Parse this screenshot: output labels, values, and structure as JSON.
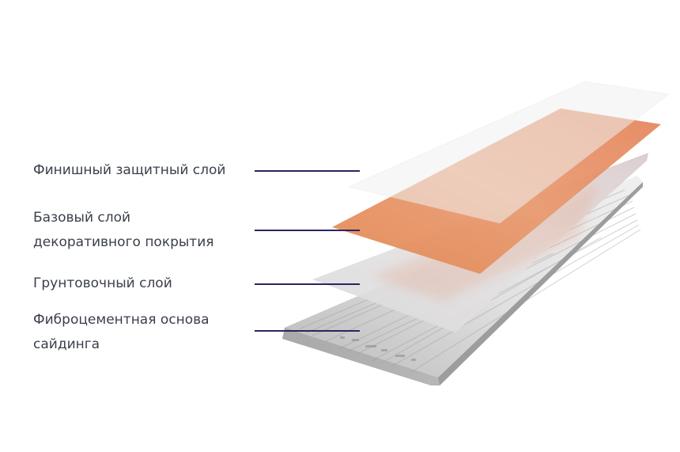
{
  "colors": {
    "leader_line": "#2b2460",
    "label_text": "#3a3f4c",
    "finish_layer": "#f2f2f2",
    "decor_layer": "#e7956c",
    "primer_layer": "#e3e3e3",
    "base_board": "#d5d5d5"
  },
  "layers": [
    {
      "id": "finish",
      "lines": [
        "Финишный защитный слой"
      ]
    },
    {
      "id": "decor",
      "lines": [
        "Базовый слой",
        "декоративного покрытия"
      ]
    },
    {
      "id": "primer",
      "lines": [
        "Грунтовочный слой"
      ]
    },
    {
      "id": "base",
      "lines": [
        "Фиброцементная основа",
        "сайдинга"
      ]
    }
  ]
}
